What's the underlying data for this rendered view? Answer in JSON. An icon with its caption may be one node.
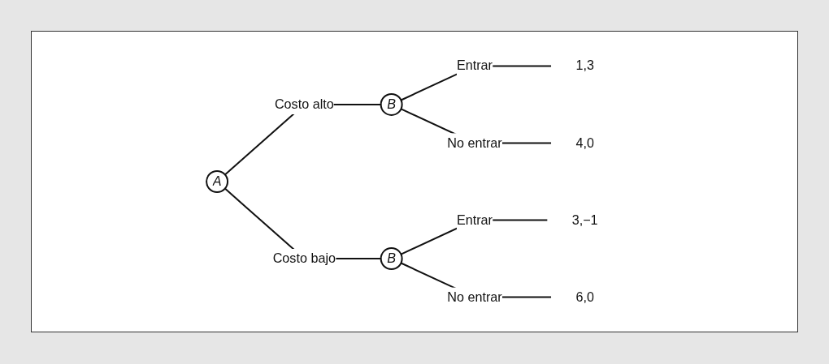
{
  "diagram": {
    "nodes": [
      {
        "text": [
          "A"
        ]
      },
      {
        "text": [
          "B"
        ]
      },
      {
        "text": [
          "1,3"
        ]
      },
      {
        "text": [
          "4,0"
        ]
      },
      {
        "text": [
          "B"
        ]
      },
      {
        "text": [
          "3,−1"
        ]
      },
      {
        "text": [
          "6,0"
        ]
      }
    ],
    "edges": [
      {
        "from": 0,
        "to": 1,
        "arrow": "none",
        "label": "Costo alto"
      },
      {
        "from": 1,
        "to": 2,
        "arrow": "none",
        "label": "Entrar"
      },
      {
        "from": 1,
        "to": 3,
        "arrow": "none",
        "label": "No entrar"
      },
      {
        "from": 0,
        "to": 4,
        "arrow": "none",
        "label": "Costo bajo"
      },
      {
        "from": 4,
        "to": 5,
        "arrow": "none",
        "label": "Entrar"
      },
      {
        "from": 4,
        "to": 6,
        "arrow": "none",
        "label": "No entrar"
      }
    ]
  }
}
